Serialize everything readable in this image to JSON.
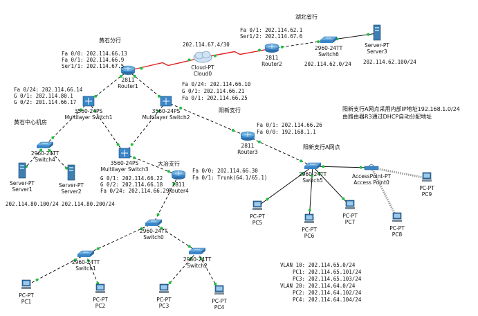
{
  "devices": [
    {
      "id": "router1",
      "type": "2811",
      "name": "Router1"
    },
    {
      "id": "router2",
      "type": "2811",
      "name": "Router2"
    },
    {
      "id": "router3",
      "type": "2811",
      "name": "Router3"
    },
    {
      "id": "router4",
      "type": "2811",
      "name": "Router4"
    },
    {
      "id": "cloud0",
      "type": "Cloud-PT",
      "name": "Cloud0"
    },
    {
      "id": "switch6",
      "type": "2960-24TT",
      "name": "Switch6"
    },
    {
      "id": "server3",
      "type": "Server-PT",
      "name": "Server3"
    },
    {
      "id": "mls1",
      "type": "3560-24PS",
      "name": "Multilayer Switch1"
    },
    {
      "id": "mls2",
      "type": "3560-24PS",
      "name": "Multilayer Switch2"
    },
    {
      "id": "mls3",
      "type": "3560-24PS",
      "name": "Multilayer Switch3"
    },
    {
      "id": "switch4",
      "type": "2960-24TT",
      "name": "Switch4"
    },
    {
      "id": "server1",
      "type": "Server-PT",
      "name": "Server1"
    },
    {
      "id": "server2",
      "type": "Server-PT",
      "name": "Server2"
    },
    {
      "id": "switch5",
      "type": "2960-24TT",
      "name": "Switch5"
    },
    {
      "id": "ap0",
      "type": "AccessPoint-PT",
      "name": "Access Point0"
    },
    {
      "id": "pc5",
      "type": "PC-PT",
      "name": "PC5"
    },
    {
      "id": "pc6",
      "type": "PC-PT",
      "name": "PC6"
    },
    {
      "id": "pc7",
      "type": "PC-PT",
      "name": "PC7"
    },
    {
      "id": "pc8",
      "type": "PC-PT",
      "name": "PC8"
    },
    {
      "id": "pc9",
      "type": "PC-PT",
      "name": "PC9"
    },
    {
      "id": "switch0",
      "type": "2960-24TT",
      "name": "Switch0"
    },
    {
      "id": "switch1",
      "type": "2960-24TT",
      "name": "Switch1"
    },
    {
      "id": "switch2",
      "type": "2960-24TT",
      "name": "Switch2"
    },
    {
      "id": "pc1",
      "type": "PC-PT",
      "name": "PC1"
    },
    {
      "id": "pc2",
      "type": "PC-PT",
      "name": "PC2"
    },
    {
      "id": "pc3",
      "type": "PC-PT",
      "name": "PC3"
    },
    {
      "id": "pc4",
      "type": "PC-PT",
      "name": "PC4"
    }
  ],
  "links": [
    {
      "from": "router1",
      "to": "cloud0",
      "style": "serial",
      "color": "#e02020"
    },
    {
      "from": "cloud0",
      "to": "router2",
      "style": "serial",
      "color": "#e02020"
    },
    {
      "from": "router2",
      "to": "switch6",
      "style": "dashed",
      "color": "#111111"
    },
    {
      "from": "switch6",
      "to": "server3",
      "style": "solid",
      "color": "#111111"
    },
    {
      "from": "router1",
      "to": "mls1",
      "style": "dashed",
      "color": "#111111"
    },
    {
      "from": "router1",
      "to": "mls2",
      "style": "dashed",
      "color": "#111111"
    },
    {
      "from": "mls1",
      "to": "switch4",
      "style": "dashed",
      "color": "#111111"
    },
    {
      "from": "mls1",
      "to": "mls3",
      "style": "dashed",
      "color": "#111111"
    },
    {
      "from": "mls2",
      "to": "mls3",
      "style": "dashed",
      "color": "#111111"
    },
    {
      "from": "mls2",
      "to": "router3",
      "style": "dashed",
      "color": "#111111"
    },
    {
      "from": "router3",
      "to": "switch5",
      "style": "dashed",
      "color": "#111111"
    },
    {
      "from": "switch4",
      "to": "server1",
      "style": "dashed",
      "color": "#111111"
    },
    {
      "from": "switch4",
      "to": "server2",
      "style": "dashed",
      "color": "#111111"
    },
    {
      "from": "mls3",
      "to": "router4",
      "style": "dashed",
      "color": "#111111"
    },
    {
      "from": "router4",
      "to": "switch0",
      "style": "dashed",
      "color": "#111111"
    },
    {
      "from": "switch0",
      "to": "switch1",
      "style": "dashed",
      "color": "#111111"
    },
    {
      "from": "switch0",
      "to": "switch2",
      "style": "dashed",
      "color": "#111111"
    },
    {
      "from": "switch1",
      "to": "pc1",
      "style": "dashed",
      "color": "#111111"
    },
    {
      "from": "switch1",
      "to": "pc2",
      "style": "dashed",
      "color": "#111111"
    },
    {
      "from": "switch2",
      "to": "pc3",
      "style": "dashed",
      "color": "#111111"
    },
    {
      "from": "switch2",
      "to": "pc4",
      "style": "dashed",
      "color": "#111111"
    },
    {
      "from": "switch5",
      "to": "ap0",
      "style": "solid",
      "color": "#111111"
    },
    {
      "from": "switch5",
      "to": "pc5",
      "style": "solid",
      "color": "#111111"
    },
    {
      "from": "switch5",
      "to": "pc6",
      "style": "solid",
      "color": "#111111"
    },
    {
      "from": "switch5",
      "to": "pc7",
      "style": "solid",
      "color": "#111111"
    },
    {
      "from": "ap0",
      "to": "pc8",
      "style": "wireless",
      "color": "#9a9a9a"
    },
    {
      "from": "ap0",
      "to": "pc9",
      "style": "wireless",
      "color": "#9a9a9a"
    }
  ],
  "labels": {
    "hubei_province": "湖北省行",
    "huangshi_branch": "黄石分行",
    "huangshi_center": "黄石中心机房",
    "yangxin_branch": "阳新支行",
    "yangxin_a": "阳新支行A网点",
    "daye_branch": "大冶支行",
    "yangxin_note_1": "阳新支行A网点采用内部IP地址192.168.1.0/24",
    "yangxin_note_2": "由路由器R3通过DHCP自动分配地址",
    "cloud_net": "202.114.67.4/30",
    "r2_fa01": "Fa 0/1: 202.114.62.1",
    "r2_ser12": "Ser1/2: 202.114.67.6",
    "hubei_net": "202.114.62.0/24",
    "server3_ip": "202.114.62.100/24",
    "r1_fa00": "Fa 0/0: 202.114.66.13",
    "r1_fa01": "Fa 0/1: 202.114.66.9",
    "r1_ser11": "Ser1/1: 202.114.67.5",
    "mls1_fa024": "Fa 0/24: 202.114.66.14",
    "mls1_g01": "G 0/1: 202.114.80.1",
    "mls1_g02": "G 0/2: 201.114.66.17",
    "mls2_fa024": "Fa 0/24: 202.114.66.10",
    "mls2_g01": "G 0/1: 202.114.66.21",
    "mls2_fa01": "Fa 0/1: 202.114.66.25",
    "r3_fa01": "Fa 0/1: 202.114.66.26",
    "r3_fa00": "Fa 0/0: 192.168.1.1",
    "mls3_g01": "G 0/1: 202.114.66.22",
    "mls3_g02": "G 0/2: 202.114.66.18",
    "mls3_fa024": "Fa 0/24: 202.114.66.29",
    "r4_fa00": "Fa 0/0: 202.114.66.30",
    "r4_fa01": "Fa 0/1: Trunk(64.1/65.1)",
    "server1_ip": "202.114.80.100/24",
    "server2_ip": "202.114.80.200/24",
    "vlan10": "VLAN 10: 202.114.65.0/24",
    "pc1_ip": "PC1: 202.114.65.101/24",
    "pc3_ip": "PC3: 202.114.65.103/24",
    "vlan20": "VLAN 20: 202.114.64.0/24",
    "pc2_ip": "PC2: 202.114.64.102/24",
    "pc4_ip": "PC4: 202.114.64.104/24"
  },
  "colors": {
    "serial_link": "#e02020",
    "ethernet_link": "#111111",
    "wireless_link": "#9a9a9a",
    "port_up": "#1fbf3f",
    "device_blue": "#3a7fc1"
  }
}
